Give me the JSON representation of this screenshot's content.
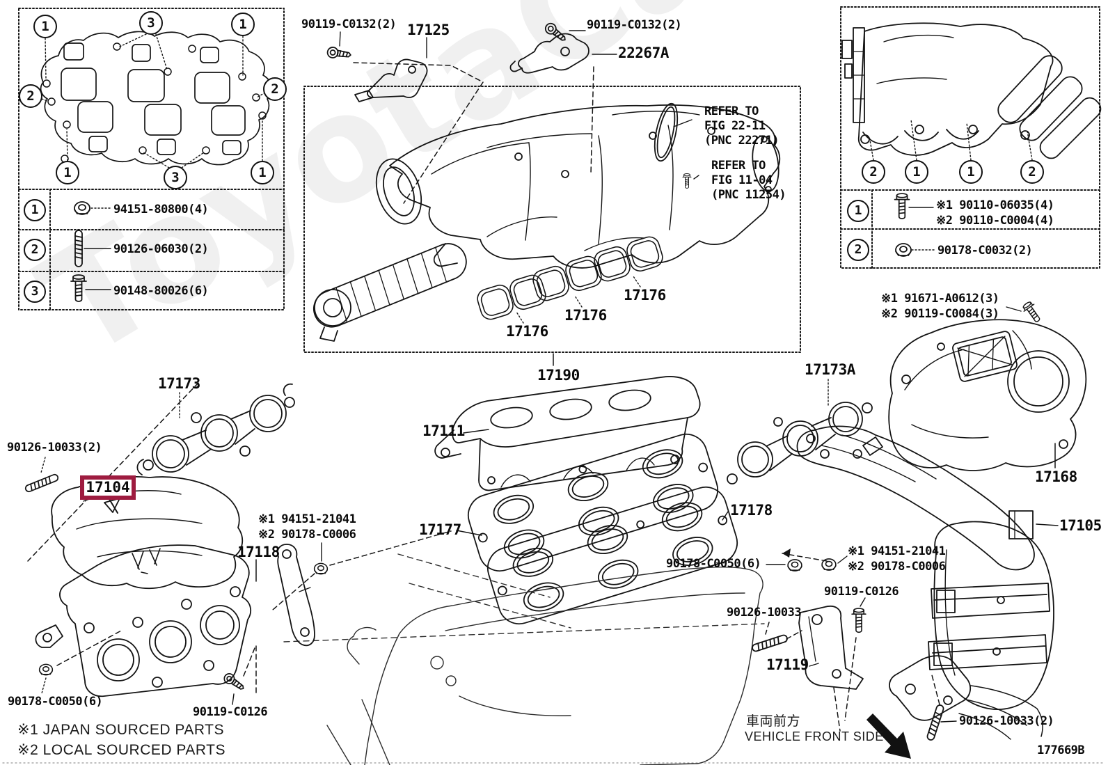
{
  "page": {
    "code": "177669B",
    "watermark": "ToyotaCarMine.ru"
  },
  "highlight": {
    "selected_part": "17104",
    "box_color": "#9e1c40"
  },
  "panels": {
    "top_left": {
      "callouts": [
        "1",
        "3",
        "1",
        "2",
        "2",
        "1",
        "3",
        "1"
      ],
      "legend": [
        {
          "n": "1",
          "part": "94151-80800(4)",
          "icon": "flange-nut"
        },
        {
          "n": "2",
          "part": "90126-06030(2)",
          "icon": "stud-bolt"
        },
        {
          "n": "3",
          "part": "90148-80026(6)",
          "icon": "flange-bolt"
        }
      ]
    },
    "top_right": {
      "callouts": [
        "2",
        "1",
        "1",
        "2"
      ],
      "legend": [
        {
          "n": "1",
          "line1": "※1 90110-06035(4)",
          "line2": "※2 90110-C0004(4)",
          "icon": "flange-bolt"
        },
        {
          "n": "2",
          "line1": "90178-C0032(2)",
          "line2": "",
          "icon": "flange-nut"
        }
      ]
    }
  },
  "labels": {
    "bolt_c0132_left": "90119-C0132(2)",
    "p17125": "17125",
    "bolt_c0132_right": "90119-C0132(2)",
    "p22267a": "22267A",
    "p17176_a": "17176",
    "p17176_b": "17176",
    "p17176_c": "17176",
    "p17190": "17190",
    "p17111": "17111",
    "p17173": "17173",
    "stud_10033_left": "90126-10033(2)",
    "p17173a": "17173A",
    "p17178": "17178",
    "p17177": "17177",
    "p17118": "17118",
    "p90178_c0050_left": "90178-C0050(6)",
    "p90119_c0126_left": "90119-C0126",
    "p90178_c0050_mid": "90178-C0050(6)",
    "p90119_c0126_mid": "90119-C0126",
    "p90126_10033_mid": "90126-10033",
    "p17119": "17119",
    "p17168": "17168",
    "p17105": "17105",
    "p90126_10033_br": "90126-10033(2)"
  },
  "refer": {
    "r1": {
      "a": "REFER TO",
      "b": "FIG 22-11",
      "c": "(PNC 22271)"
    },
    "r2": {
      "a": "REFER TO",
      "b": "FIG 11-04",
      "c": "(PNC 11254)"
    }
  },
  "notes": {
    "left": {
      "a": "※1 94151-21041",
      "b": "※2 90178-C0006"
    },
    "right": {
      "a": "※1 94151-21041",
      "b": "※2 90178-C0006"
    },
    "shield": {
      "a": "※1 91671-A0612(3)",
      "b": "※2 90119-C0084(3)"
    }
  },
  "footer": {
    "note1": "※1 JAPAN SOURCED PARTS",
    "note2": "※2 LOCAL SOURCED PARTS"
  },
  "front_side": {
    "jp": "車両前方",
    "en": "VEHICLE FRONT SIDE"
  }
}
